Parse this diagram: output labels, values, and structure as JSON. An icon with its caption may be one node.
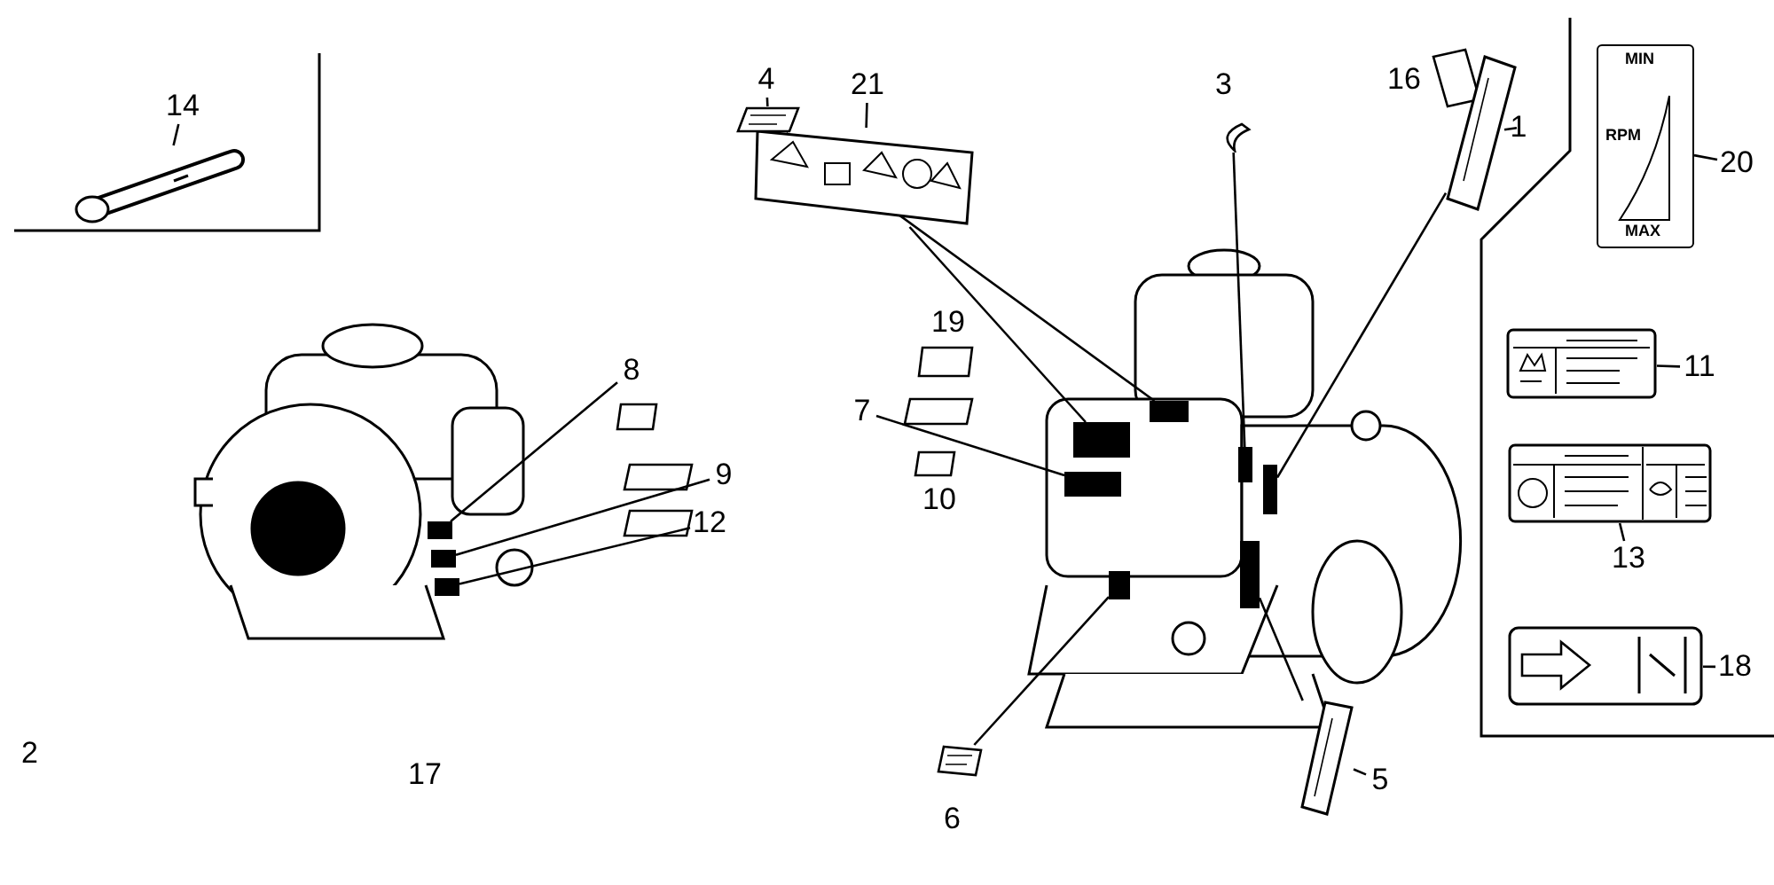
{
  "diagram": {
    "nodes": [
      {
        "text": [
          "14"
        ]
      },
      {
        "text": [],
        "shape": "picture"
      },
      {
        "text": [
          "8"
        ]
      },
      {
        "text": [],
        "shape": "box"
      },
      {
        "text": [
          "9"
        ]
      },
      {
        "text": [],
        "shape": "box"
      },
      {
        "text": [
          "12"
        ]
      },
      {
        "text": [],
        "shape": "box"
      },
      {
        "text": [
          "21"
        ]
      },
      {
        "text": [],
        "shape": "picture"
      },
      {
        "text": [],
        "shape": "box"
      },
      {
        "text": [
          "4"
        ]
      },
      {
        "text": [],
        "shape": "picture"
      },
      {
        "text": [],
        "shape": "box"
      },
      {
        "text": [],
        "shape": "picture"
      },
      {
        "text": [],
        "shape": "box"
      },
      {
        "text": [
          "1"
        ]
      },
      {
        "text": [],
        "shape": "picture"
      },
      {
        "text": [],
        "shape": "box"
      },
      {
        "text": [
          "7"
        ]
      },
      {
        "text": [],
        "shape": "box"
      },
      {
        "text": [],
        "shape": "picture"
      },
      {
        "text": [],
        "shape": "box"
      },
      {
        "text": [
          "5"
        ]
      },
      {
        "text": [],
        "shape": "picture"
      },
      {
        "text": [],
        "shape": "box"
      },
      {
        "text": [
          "20"
        ]
      },
      {
        "text": [
          "MIN",
          "RPM",
          "MAX"
        ]
      },
      {
        "text": [
          "11"
        ]
      },
      {
        "text": [],
        "shape": "picture"
      },
      {
        "text": [
          "13"
        ]
      },
      {
        "text": [],
        "shape": "picture"
      },
      {
        "text": [
          "18"
        ]
      },
      {
        "text": [],
        "shape": "picture"
      }
    ],
    "edges": [
      {
        "from": 0,
        "to": 1,
        "arrow": "none"
      },
      {
        "from": 2,
        "to": 3,
        "arrow": "none"
      },
      {
        "from": 4,
        "to": 5,
        "arrow": "none"
      },
      {
        "from": 6,
        "to": 7,
        "arrow": "none"
      },
      {
        "from": 8,
        "to": 9,
        "arrow": "none"
      },
      {
        "from": 9,
        "to": 10,
        "arrow": "none"
      },
      {
        "from": 11,
        "to": 12,
        "arrow": "none"
      },
      {
        "from": 12,
        "to": 13,
        "arrow": "none"
      },
      {
        "from": 14,
        "to": 15,
        "arrow": "none"
      },
      {
        "from": 16,
        "to": 17,
        "arrow": "none"
      },
      {
        "from": 17,
        "to": 18,
        "arrow": "none"
      },
      {
        "from": 19,
        "to": 20,
        "arrow": "none"
      },
      {
        "from": 21,
        "to": 22,
        "arrow": "none"
      },
      {
        "from": 23,
        "to": 24,
        "arrow": "none"
      },
      {
        "from": 24,
        "to": 25,
        "arrow": "none"
      },
      {
        "from": 26,
        "to": 27,
        "arrow": "none"
      },
      {
        "from": 28,
        "to": 29,
        "arrow": "none"
      },
      {
        "from": 30,
        "to": 31,
        "arrow": "none"
      },
      {
        "from": 32,
        "to": 33,
        "arrow": "none"
      }
    ],
    "labels": [
      "16",
      "3",
      "19",
      "10",
      "2",
      "17",
      "6"
    ]
  }
}
